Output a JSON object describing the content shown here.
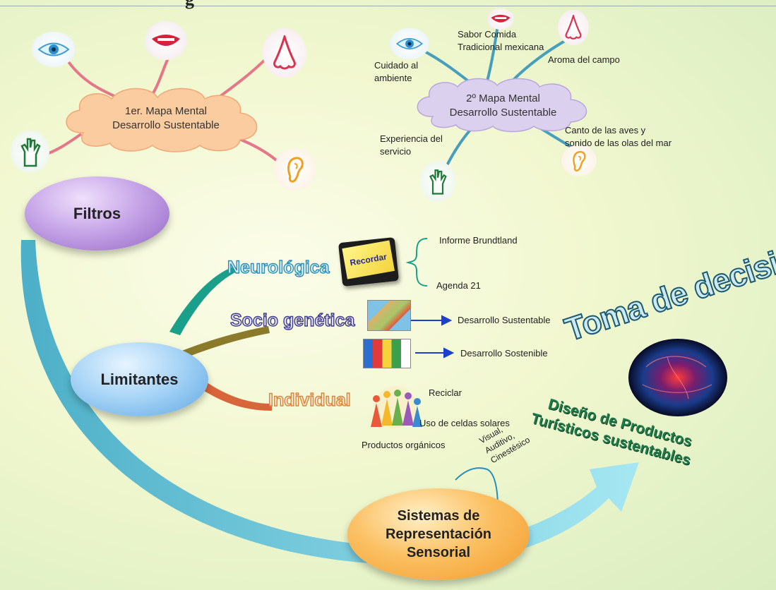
{
  "header": {
    "cut_title": "g"
  },
  "top_map1": {
    "title": "1er. Mapa Mental",
    "subtitle": "Desarrollo Sustentable"
  },
  "top_map2": {
    "title": "2º Mapa Mental",
    "subtitle": "Desarrollo Sustentable",
    "branches": {
      "taste": [
        "Sabor Comida",
        "Tradicional mexicana"
      ],
      "eye": [
        "Cuidado al",
        "ambiente"
      ],
      "nose": "Aroma del campo",
      "hand": [
        "Experiencia del",
        "servicio"
      ],
      "ear": [
        "Canto de las aves y",
        "sonido de las olas del mar"
      ]
    }
  },
  "nodes": {
    "filtros": "Filtros",
    "limitantes": "Limitantes",
    "sistemas": [
      "Sistemas de",
      "Representación",
      "Sensorial"
    ]
  },
  "branches": {
    "neurologica": {
      "label": "Neurológica",
      "sticky_note": "Recordar",
      "items": [
        "Informe Brundtland",
        "Agenda 21"
      ]
    },
    "socio": {
      "label": "Socio genética",
      "items": [
        "Desarrollo Sustentable",
        "Desarrollo Sostenible"
      ]
    },
    "individual": {
      "label": "Individual",
      "items": [
        "Reciclar",
        "Uso de celdas solares",
        "Productos orgánicos"
      ]
    }
  },
  "sensory": [
    "Visual,",
    "Auditivo,",
    "Cinestésico"
  ],
  "decision": {
    "heading": "Toma de decisiones",
    "subheading": [
      "Diseño de Productos",
      "Turísticos sustentables"
    ]
  },
  "colors": {
    "purple_oval": "#b58fd6",
    "blue_oval": "#7ab8ea",
    "orange_oval": "#f5a53f",
    "peach_cloud": "#fbcca0",
    "lavender_cloud": "#dcd0ef",
    "teal_branch": "#1aa08a",
    "olive_branch": "#8a7a2a",
    "red_branch": "#d9663a",
    "arrow_blue": "#5bc0de",
    "heading_blue": "#2a8fb8",
    "heading_purple": "#3f3a8c",
    "heading_orange": "#d9863a",
    "green_text": "#1f7a4a"
  }
}
